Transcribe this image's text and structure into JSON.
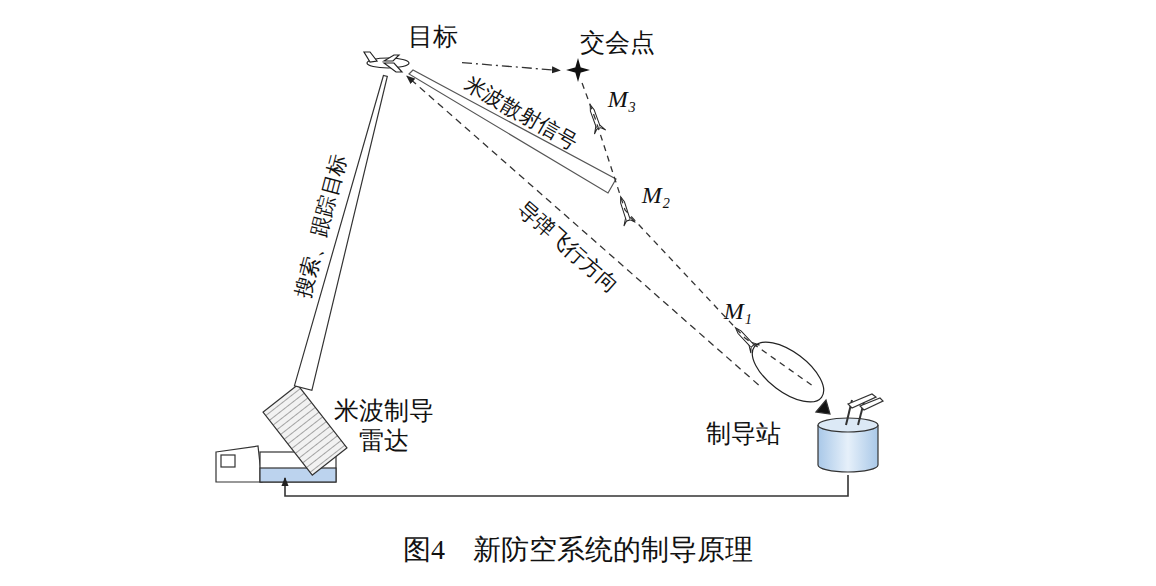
{
  "diagram": {
    "caption": "图4　新防空系统的制导原理",
    "nodes": [
      {
        "text": [
          "目标"
        ]
      },
      {
        "text": [
          "交会点"
        ]
      },
      {
        "text": [
          "米波制导雷达"
        ]
      },
      {
        "text": [
          "制导站"
        ]
      }
    ],
    "edges": [
      {
        "from": 3,
        "to": 2,
        "arrow": "to"
      },
      {
        "from": 2,
        "to": 0,
        "label": "搜索、跟踪目标",
        "arrow": "none"
      },
      {
        "from": 0,
        "to": 1,
        "arrow": "to"
      },
      {
        "from": 3,
        "to": 0,
        "label": "导弹飞行方向",
        "arrow": "to"
      },
      {
        "from": 3,
        "to": 1,
        "arrow": "none"
      }
    ],
    "labels": [
      "米波散射信号",
      "M₃",
      "M₂",
      "M₁"
    ]
  }
}
